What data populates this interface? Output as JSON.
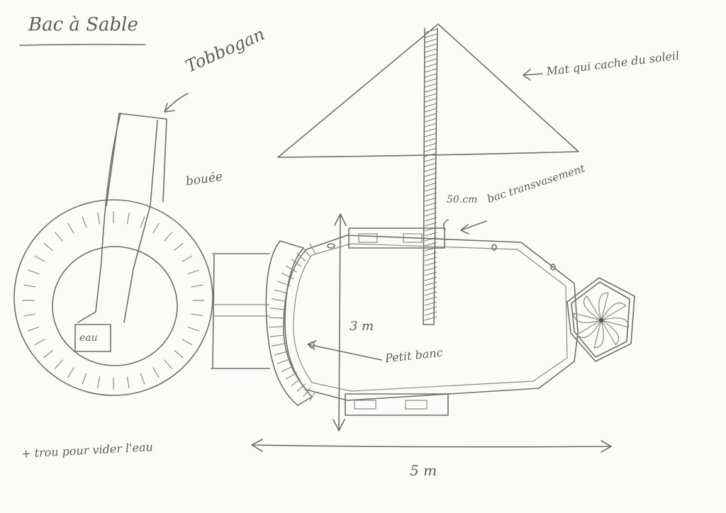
{
  "drawing": {
    "title": "Bac à Sable",
    "labels": {
      "tobbogan": "Tobbogan",
      "bouee": "bouée",
      "mat": "Mat qui cache du soleil",
      "height_50cm": "50.cm",
      "bac_transvasement": "bac transvasement",
      "width_3m": "3 m",
      "petit_banc": "Petit banc",
      "eau": "eau",
      "trou": "+ trou pour vider l'eau",
      "length_5m": "5 m"
    }
  },
  "colors": {
    "paper": "#fbfbfa",
    "pencil": "#6f6f6f"
  }
}
